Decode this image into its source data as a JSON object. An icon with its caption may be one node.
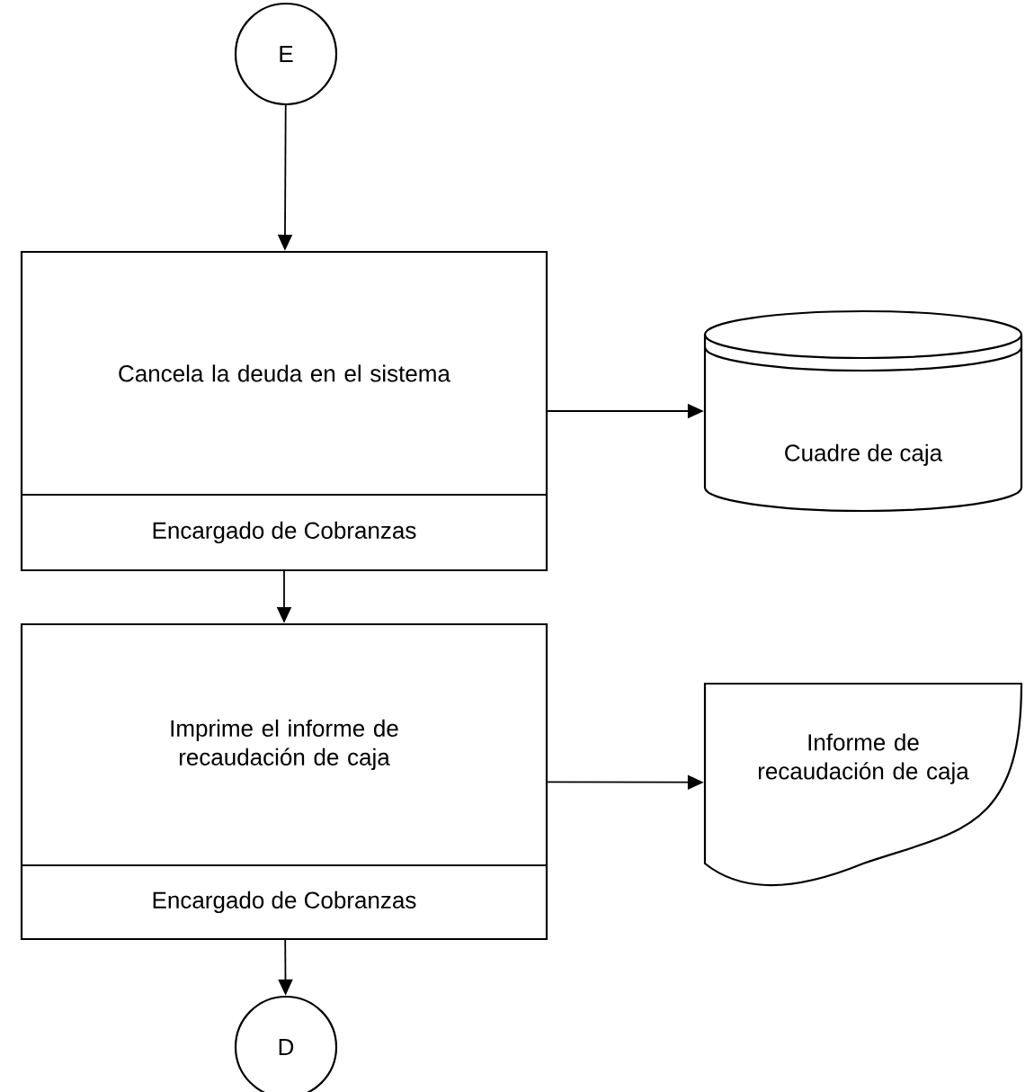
{
  "diagram": {
    "nodes": [
      {
        "text": [
          "E"
        ]
      },
      {
        "text": [
          "Cancela la deuda en el sistema",
          "Encargado de Cobranzas"
        ]
      },
      {
        "text": [
          "Cuadre de caja"
        ]
      },
      {
        "text": [
          "Imprime el informe de recaudación de caja",
          "Encargado de Cobranzas"
        ]
      },
      {
        "text": [
          "Informe de recaudación de caja"
        ]
      },
      {
        "text": [
          "D"
        ]
      }
    ],
    "edges": [
      {
        "from": 0,
        "to": 1,
        "arrow": "to"
      },
      {
        "from": 1,
        "to": 2,
        "arrow": "to"
      },
      {
        "from": 1,
        "to": 3,
        "arrow": "to"
      },
      {
        "from": 3,
        "to": 4,
        "arrow": "to"
      },
      {
        "from": 3,
        "to": 5,
        "arrow": "to"
      }
    ]
  }
}
